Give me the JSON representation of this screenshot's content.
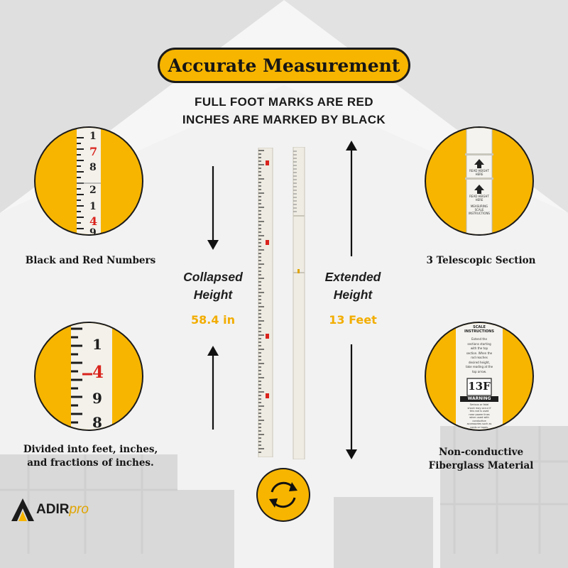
{
  "title": "Accurate Measurement",
  "subtitle_line1": "FULL FOOT MARKS ARE RED",
  "subtitle_line2": "INCHES ARE MARKED BY BLACK",
  "features": {
    "top_left": "Black and Red Numbers",
    "bottom_left_line1": "Divided into feet, inches,",
    "bottom_left_line2": "and fractions of inches.",
    "top_right": "3 Telescopic Section",
    "bottom_right_line1": "Non-conductive",
    "bottom_right_line2": "Fiberglass Material"
  },
  "collapsed": {
    "label_line1": "Collapsed",
    "label_line2": "Height",
    "value": "58.4 in"
  },
  "extended": {
    "label_line1": "Extended",
    "label_line2": "Height",
    "value": "13 Feet"
  },
  "logo": {
    "bold": "ADIR",
    "italic": "pro"
  },
  "circle_tl_digits": [
    "1",
    "7",
    "8",
    "2",
    "1",
    "4",
    "9"
  ],
  "circle_bl_digits": [
    "1",
    "4",
    "9",
    "8"
  ],
  "circle_tr": {
    "read_line1": "READ HEIGHT",
    "read_line2": "HERE",
    "measuring_line1": "MEASURING",
    "measuring_line2": "SCALE",
    "measuring_line3": "INSTRUCTIONS"
  },
  "circle_br": {
    "heading_line1": "SCALE",
    "heading_line2": "INSTRUCTIONS",
    "body": [
      "Extend the",
      "sections starting",
      "with the top",
      "section. When the",
      "rod reaches",
      "desired height,",
      "take reading at the",
      "top arrow."
    ],
    "badge": "13F",
    "warning": "WARNING",
    "warning_body": [
      "Serious or fatal",
      "shock may occur if",
      "this rod is used",
      "near power lines",
      "when used with",
      "conductive",
      "accessories such as",
      "cords or tapes."
    ]
  },
  "colors": {
    "accent": "#f7b500",
    "red": "#d9231c",
    "dark": "#1b1b1b",
    "rod": "#eeebe2"
  },
  "icons": [
    "down-arrow-icon",
    "up-arrow-icon",
    "cycle-icon",
    "adirpro-logo-icon"
  ]
}
